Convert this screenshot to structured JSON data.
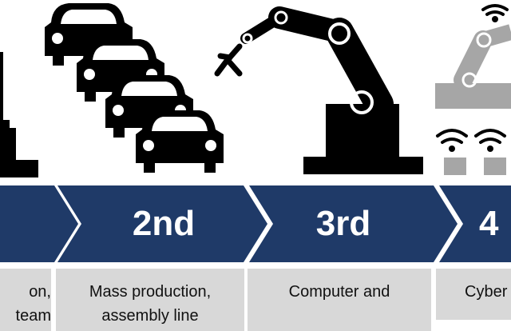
{
  "colors": {
    "band": "#1f3a68",
    "icon_dark": "#000000",
    "icon_light": "#a6a6a6",
    "box_bg": "#d8d8d8",
    "text_on_band": "#ffffff"
  },
  "stages": [
    {
      "label": "",
      "lines": [
        "on,",
        "team"
      ]
    },
    {
      "label": "2nd",
      "lines": [
        "Mass production,",
        "assembly line"
      ]
    },
    {
      "label": "3rd",
      "lines": [
        "",
        "Computer and"
      ]
    },
    {
      "label": "4",
      "lines": [
        "",
        "Cyber"
      ]
    }
  ],
  "icons": [
    "steam-machine-icon",
    "car-icon",
    "robot-arm-icon",
    "wifi-icon"
  ]
}
